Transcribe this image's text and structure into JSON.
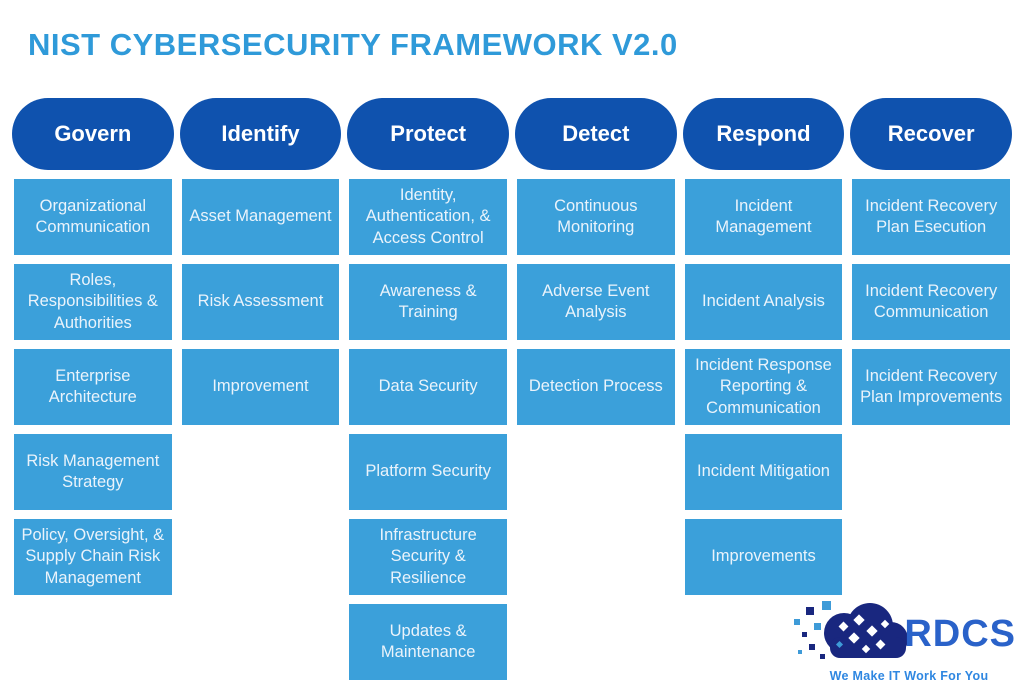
{
  "page": {
    "title": "NIST CYBERSECURITY FRAMEWORK V2.0"
  },
  "colors": {
    "title_blue": "#2F9AD9",
    "pillar_header_blue": "#0F52AE",
    "category_cell_blue": "#3BA0DA",
    "header_text": "#FFFFFF",
    "cell_text": "#EAF3FB",
    "logo_cloud_navy": "#19277F",
    "logo_pixel_light_blue": "#3E9BD8",
    "logo_brand_blue": "#2A62C9",
    "logo_tagline_blue": "#2F87E1",
    "background": "#FFFFFF"
  },
  "framework": {
    "columns": [
      {
        "label": "Govern",
        "items": [
          "Organizational Communication",
          "Roles, Responsibilities & Authorities",
          "Enterprise Architecture",
          "Risk Management Strategy",
          "Policy, Oversight, & Supply Chain Risk Management"
        ]
      },
      {
        "label": "Identify",
        "items": [
          "Asset Management",
          "Risk Assessment",
          "Improvement"
        ]
      },
      {
        "label": "Protect",
        "items": [
          "Identity, Authentication, & Access Control",
          "Awareness & Training",
          "Data Security",
          "Platform Security",
          "Infrastructure Security & Resilience",
          "Updates & Maintenance"
        ]
      },
      {
        "label": "Detect",
        "items": [
          "Continuous Monitoring",
          "Adverse Event Analysis",
          "Detection Process"
        ]
      },
      {
        "label": "Respond",
        "items": [
          "Incident Management",
          "Incident Analysis",
          "Incident Response Reporting & Communication",
          "Incident Mitigation",
          "Improvements"
        ]
      },
      {
        "label": "Recover",
        "items": [
          "Incident Recovery Plan Esecution",
          "Incident Recovery Communication",
          "Incident Recovery Plan Improvements"
        ]
      }
    ]
  },
  "logo": {
    "brand": "RDCS",
    "tagline": "We Make IT Work For You"
  }
}
